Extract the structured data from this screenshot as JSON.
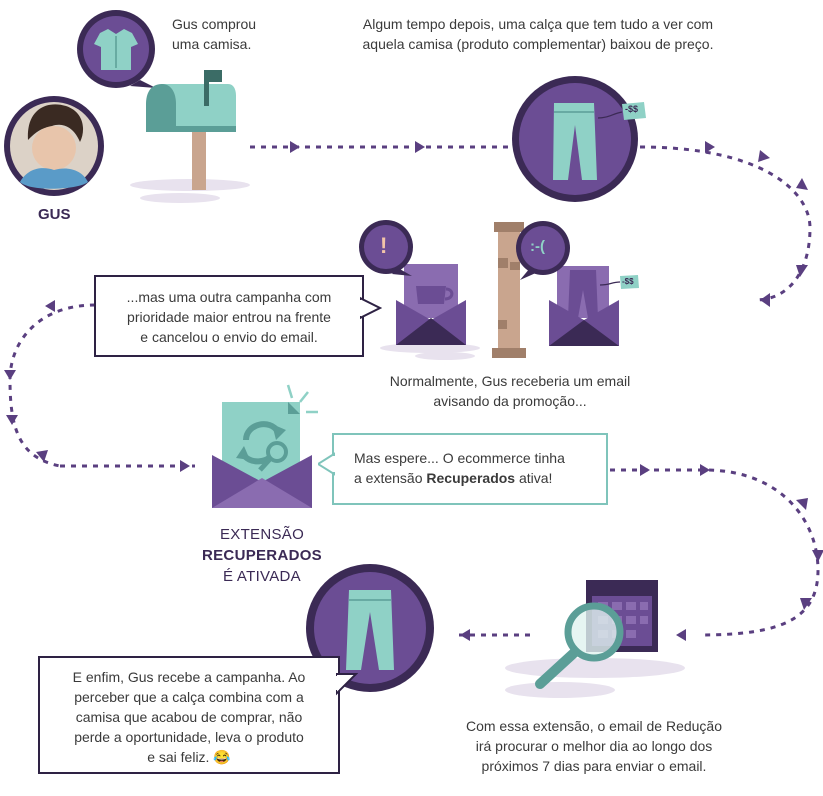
{
  "steps": {
    "bought": "Gus comprou\numa camisa.",
    "later": "Algum tempo depois, uma calça que tem tudo a ver com\naquela camisa (produto complementar) baixou de preço.",
    "blocked": "...mas uma outra campanha com\nprioridade maior entrou na frente\ne cancelou o envio do email.",
    "normally": "Normalmente, Gus receberia um email\navisando da promoção...",
    "wait_prefix": "Mas espere... O ecommerce tinha\na extensão ",
    "wait_bold": "Recuperados",
    "wait_suffix": " ativa!",
    "reduction": "Com essa extensão, o email de Redução\nirá procurar o melhor dia ao longo dos\npróximos 7 dias para enviar o email.",
    "final": "E enfim, Gus recebe a campanha. Ao\nperceber que a calça combina com a\ncamisa que acabou de comprar, não\nperde a oportunidade, leva o produto\ne sai feliz. "
  },
  "person": {
    "name": "GUS"
  },
  "extension": {
    "line1": "EXTENSÃO",
    "line2": "RECUPERADOS",
    "line3": "É ATIVADA"
  },
  "tags": {
    "price1": "-$$",
    "price2": "-$$",
    "sad_face": ":-(",
    "alert": "!"
  },
  "emoji": "😂",
  "colors": {
    "purple_dark": "#3b2a55",
    "purple": "#6b4d94",
    "purple_light": "#8a6cb0",
    "teal": "#8fd1c6",
    "teal_dark": "#5b9e97",
    "gray_light": "#e8e2ee",
    "tan": "#c9a58e"
  }
}
